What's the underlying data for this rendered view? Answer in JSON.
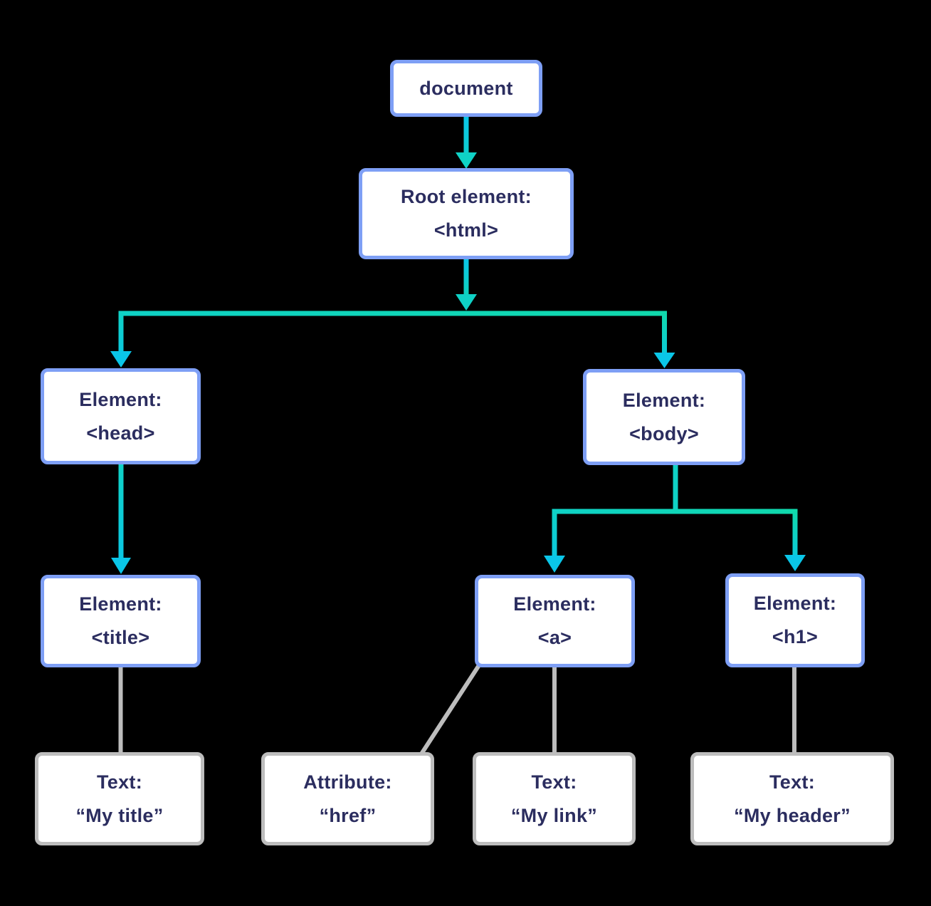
{
  "colors": {
    "canvas_background": "#000000",
    "node_background": "#FFFFFF",
    "element_border_blue": "#7E9FF5",
    "text_node_border_gray": "#BDBDBD",
    "connector_gray": "#BDBDBD",
    "label_text": "#2B2D5F",
    "connector_teal": "#0FD2C6",
    "connector_cyan": "#0AC6E8",
    "connector_green": "#10D9AC"
  },
  "nodes": {
    "document": {
      "line1": "document"
    },
    "root_element": {
      "line1": "Root element:",
      "line2": "<html>"
    },
    "head": {
      "line1": "Element:",
      "line2": "<head>"
    },
    "body": {
      "line1": "Element:",
      "line2": "<body>"
    },
    "title": {
      "line1": "Element:",
      "line2": "<title>"
    },
    "anchor": {
      "line1": "Element:",
      "line2": "<a>"
    },
    "h1": {
      "line1": "Element:",
      "line2": "<h1>"
    },
    "text_title": {
      "line1": "Text:",
      "line2": "“My title”"
    },
    "attribute_href": {
      "line1": "Attribute:",
      "line2": "“href”"
    },
    "text_link": {
      "line1": "Text:",
      "line2": "“My link”"
    },
    "text_header": {
      "line1": "Text:",
      "line2": "“My header”"
    }
  },
  "edges": [
    {
      "from": "document",
      "to": "root_element",
      "type": "arrow-teal"
    },
    {
      "from": "root_element",
      "to": "head",
      "type": "arrow-teal"
    },
    {
      "from": "root_element",
      "to": "body",
      "type": "arrow-teal"
    },
    {
      "from": "head",
      "to": "title",
      "type": "arrow-teal"
    },
    {
      "from": "body",
      "to": "anchor",
      "type": "arrow-teal"
    },
    {
      "from": "body",
      "to": "h1",
      "type": "arrow-teal"
    },
    {
      "from": "title",
      "to": "text_title",
      "type": "line-gray"
    },
    {
      "from": "anchor",
      "to": "attribute_href",
      "type": "line-gray"
    },
    {
      "from": "anchor",
      "to": "text_link",
      "type": "line-gray"
    },
    {
      "from": "h1",
      "to": "text_header",
      "type": "line-gray"
    }
  ]
}
